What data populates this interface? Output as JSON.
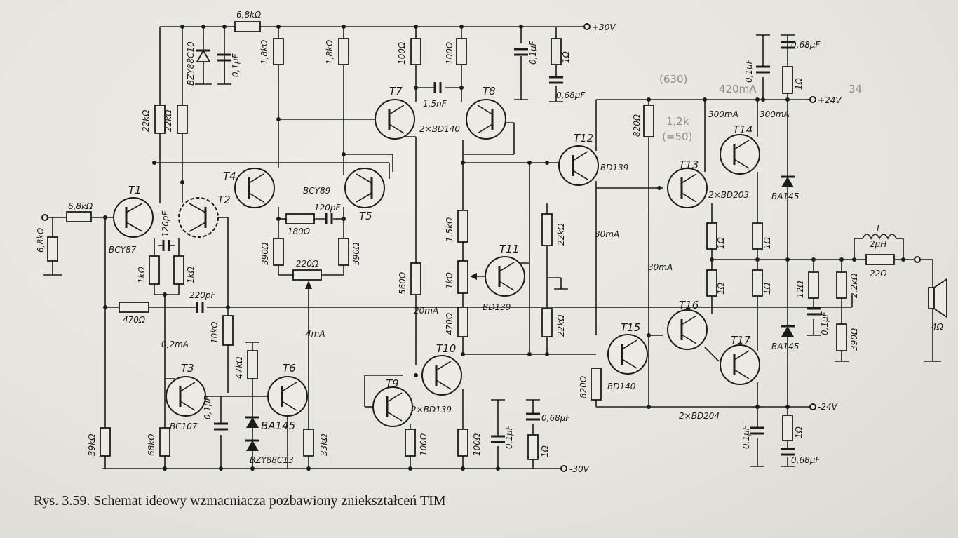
{
  "caption": "Rys. 3.59. Schemat ideowy wzmacniacza pozbawiony zniekształceń TIM",
  "rails": {
    "pos_main": "+30V",
    "neg_main": "-30V",
    "pos_out": "+24V",
    "neg_out": "-24V"
  },
  "transistors": [
    {
      "ref": "T1",
      "type": "BCY87"
    },
    {
      "ref": "T2",
      "type": ""
    },
    {
      "ref": "T3",
      "type": "BC107"
    },
    {
      "ref": "T4",
      "type": ""
    },
    {
      "ref": "T5",
      "type": "BCY89"
    },
    {
      "ref": "T6",
      "type": ""
    },
    {
      "ref": "T7",
      "type": ""
    },
    {
      "ref": "T8",
      "type": "2×BD140"
    },
    {
      "ref": "T9",
      "type": "2×BD139"
    },
    {
      "ref": "T10",
      "type": ""
    },
    {
      "ref": "T11",
      "type": "BD139"
    },
    {
      "ref": "T12",
      "type": "BD139"
    },
    {
      "ref": "T13",
      "type": "2×BD203"
    },
    {
      "ref": "T14",
      "type": ""
    },
    {
      "ref": "T15",
      "type": "BD140"
    },
    {
      "ref": "T16",
      "type": ""
    },
    {
      "ref": "T17",
      "type": ""
    }
  ],
  "resistors": [
    "6,8kΩ",
    "6,8kΩ",
    "6,8kΩ",
    "22kΩ",
    "22kΩ",
    "1,8kΩ",
    "1,8kΩ",
    "1kΩ",
    "1kΩ",
    "470Ω",
    "10kΩ",
    "39kΩ",
    "68kΩ",
    "47kΩ",
    "33kΩ",
    "180Ω",
    "390Ω",
    "390Ω",
    "220Ω",
    "100Ω",
    "100Ω",
    "560Ω",
    "1,5kΩ",
    "1kΩ",
    "470Ω",
    "100Ω",
    "100Ω",
    "22kΩ",
    "22kΩ",
    "1Ω",
    "1Ω",
    "820Ω",
    "820Ω",
    "1Ω",
    "1Ω",
    "1Ω",
    "1Ω",
    "1Ω",
    "1Ω",
    "12Ω",
    "2,2kΩ",
    "390Ω",
    "22Ω"
  ],
  "capacitors": [
    "0,1μF",
    "120pF",
    "220pF",
    "0,1μF",
    "120pF",
    "1,5nF",
    "0,1μF",
    "0,68μF",
    "0,1μF",
    "0,68μF",
    "0,1μF",
    "0,68μF",
    "0,1μF",
    "0,1μF",
    "0,68μF"
  ],
  "diodes": [
    "BZY88C10",
    "BA145",
    "BZY88C13",
    "BA145",
    "BA145"
  ],
  "currents": [
    "0,2mA",
    "4mA",
    "20mA",
    "30mA",
    "30mA",
    "300mA",
    "300mA"
  ],
  "extra_labels": {
    "output_stage": "2×BD204",
    "inductor": "L",
    "inductor_value": "2μH",
    "load": "4Ω"
  },
  "pencil_notes": [
    "(630)",
    "420mA",
    "1,2k",
    "(=50)",
    "34"
  ]
}
